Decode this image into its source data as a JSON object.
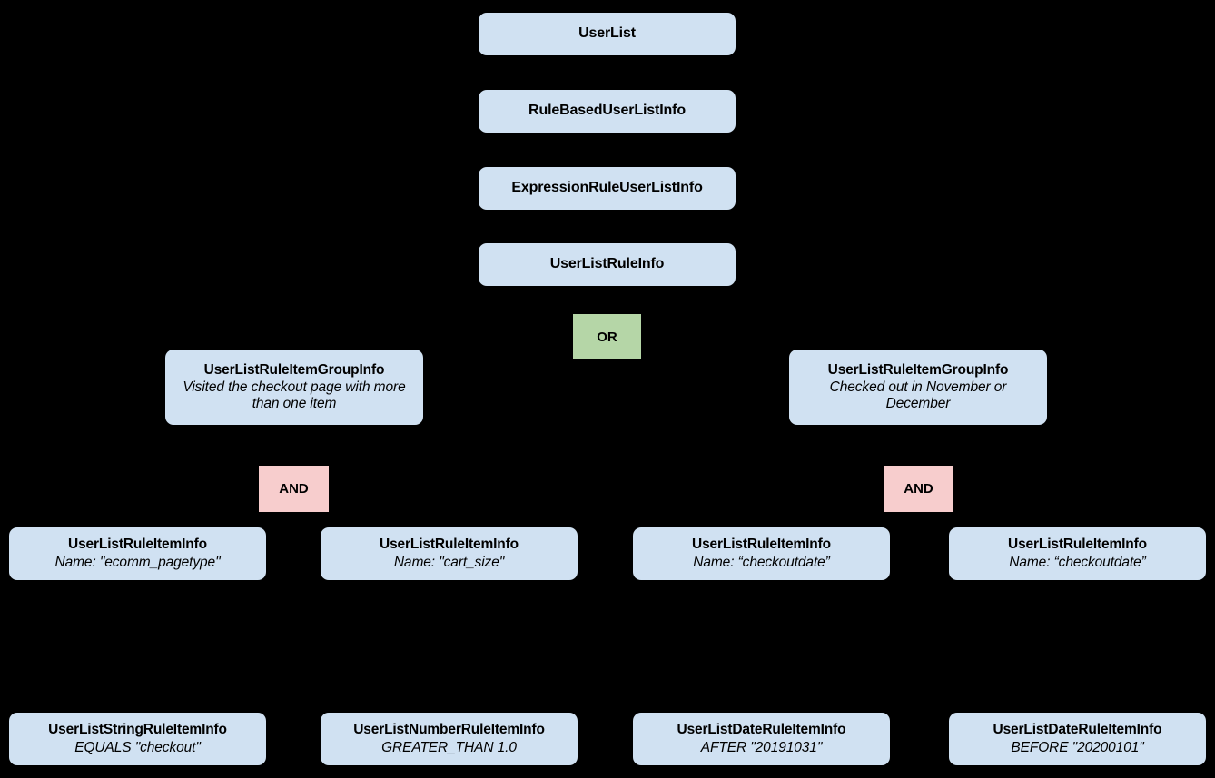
{
  "diagram": {
    "type": "hierarchy-tree",
    "background_color": "#000000",
    "node_color": "#d0e1f2",
    "or_color": "#b5d6a7",
    "and_color": "#f7cdcd",
    "edge_color": "#000000"
  },
  "spine": [
    {
      "id": "userlist",
      "title": "UserList"
    },
    {
      "id": "rulebaseduserlistinfo",
      "title": "RuleBasedUserListInfo"
    },
    {
      "id": "expressionruleuserlistinfo",
      "title": "ExpressionRuleUserListInfo"
    },
    {
      "id": "userlistruleinfo",
      "title": "UserListRuleInfo"
    }
  ],
  "operators": {
    "or": {
      "label": "OR"
    },
    "and_left": {
      "label": "AND"
    },
    "and_right": {
      "label": "AND"
    }
  },
  "groups": [
    {
      "id": "group-left",
      "title": "UserListRuleItemGroupInfo",
      "subtitle": "Visited the checkout page with more than one item"
    },
    {
      "id": "group-right",
      "title": "UserListRuleItemGroupInfo",
      "subtitle": "Checked out in November or December"
    }
  ],
  "rule_items": [
    {
      "id": "item-1",
      "title": "UserListRuleItemInfo",
      "subtitle": "Name: \"ecomm_pagetype\""
    },
    {
      "id": "item-2",
      "title": "UserListRuleItemInfo",
      "subtitle": "Name: \"cart_size\""
    },
    {
      "id": "item-3",
      "title": "UserListRuleItemInfo",
      "subtitle": "Name: “checkoutdate”"
    },
    {
      "id": "item-4",
      "title": "UserListRuleItemInfo",
      "subtitle": "Name: “checkoutdate”"
    }
  ],
  "leaf_items": [
    {
      "id": "leaf-1",
      "title": "UserListStringRuleItemInfo",
      "subtitle": "EQUALS \"checkout\""
    },
    {
      "id": "leaf-2",
      "title": "UserListNumberRuleItemInfo",
      "subtitle": "GREATER_THAN 1.0"
    },
    {
      "id": "leaf-3",
      "title": "UserListDateRuleItemInfo",
      "subtitle": "AFTER \"20191031\""
    },
    {
      "id": "leaf-4",
      "title": "UserListDateRuleItemInfo",
      "subtitle": "BEFORE \"20200101\""
    }
  ]
}
